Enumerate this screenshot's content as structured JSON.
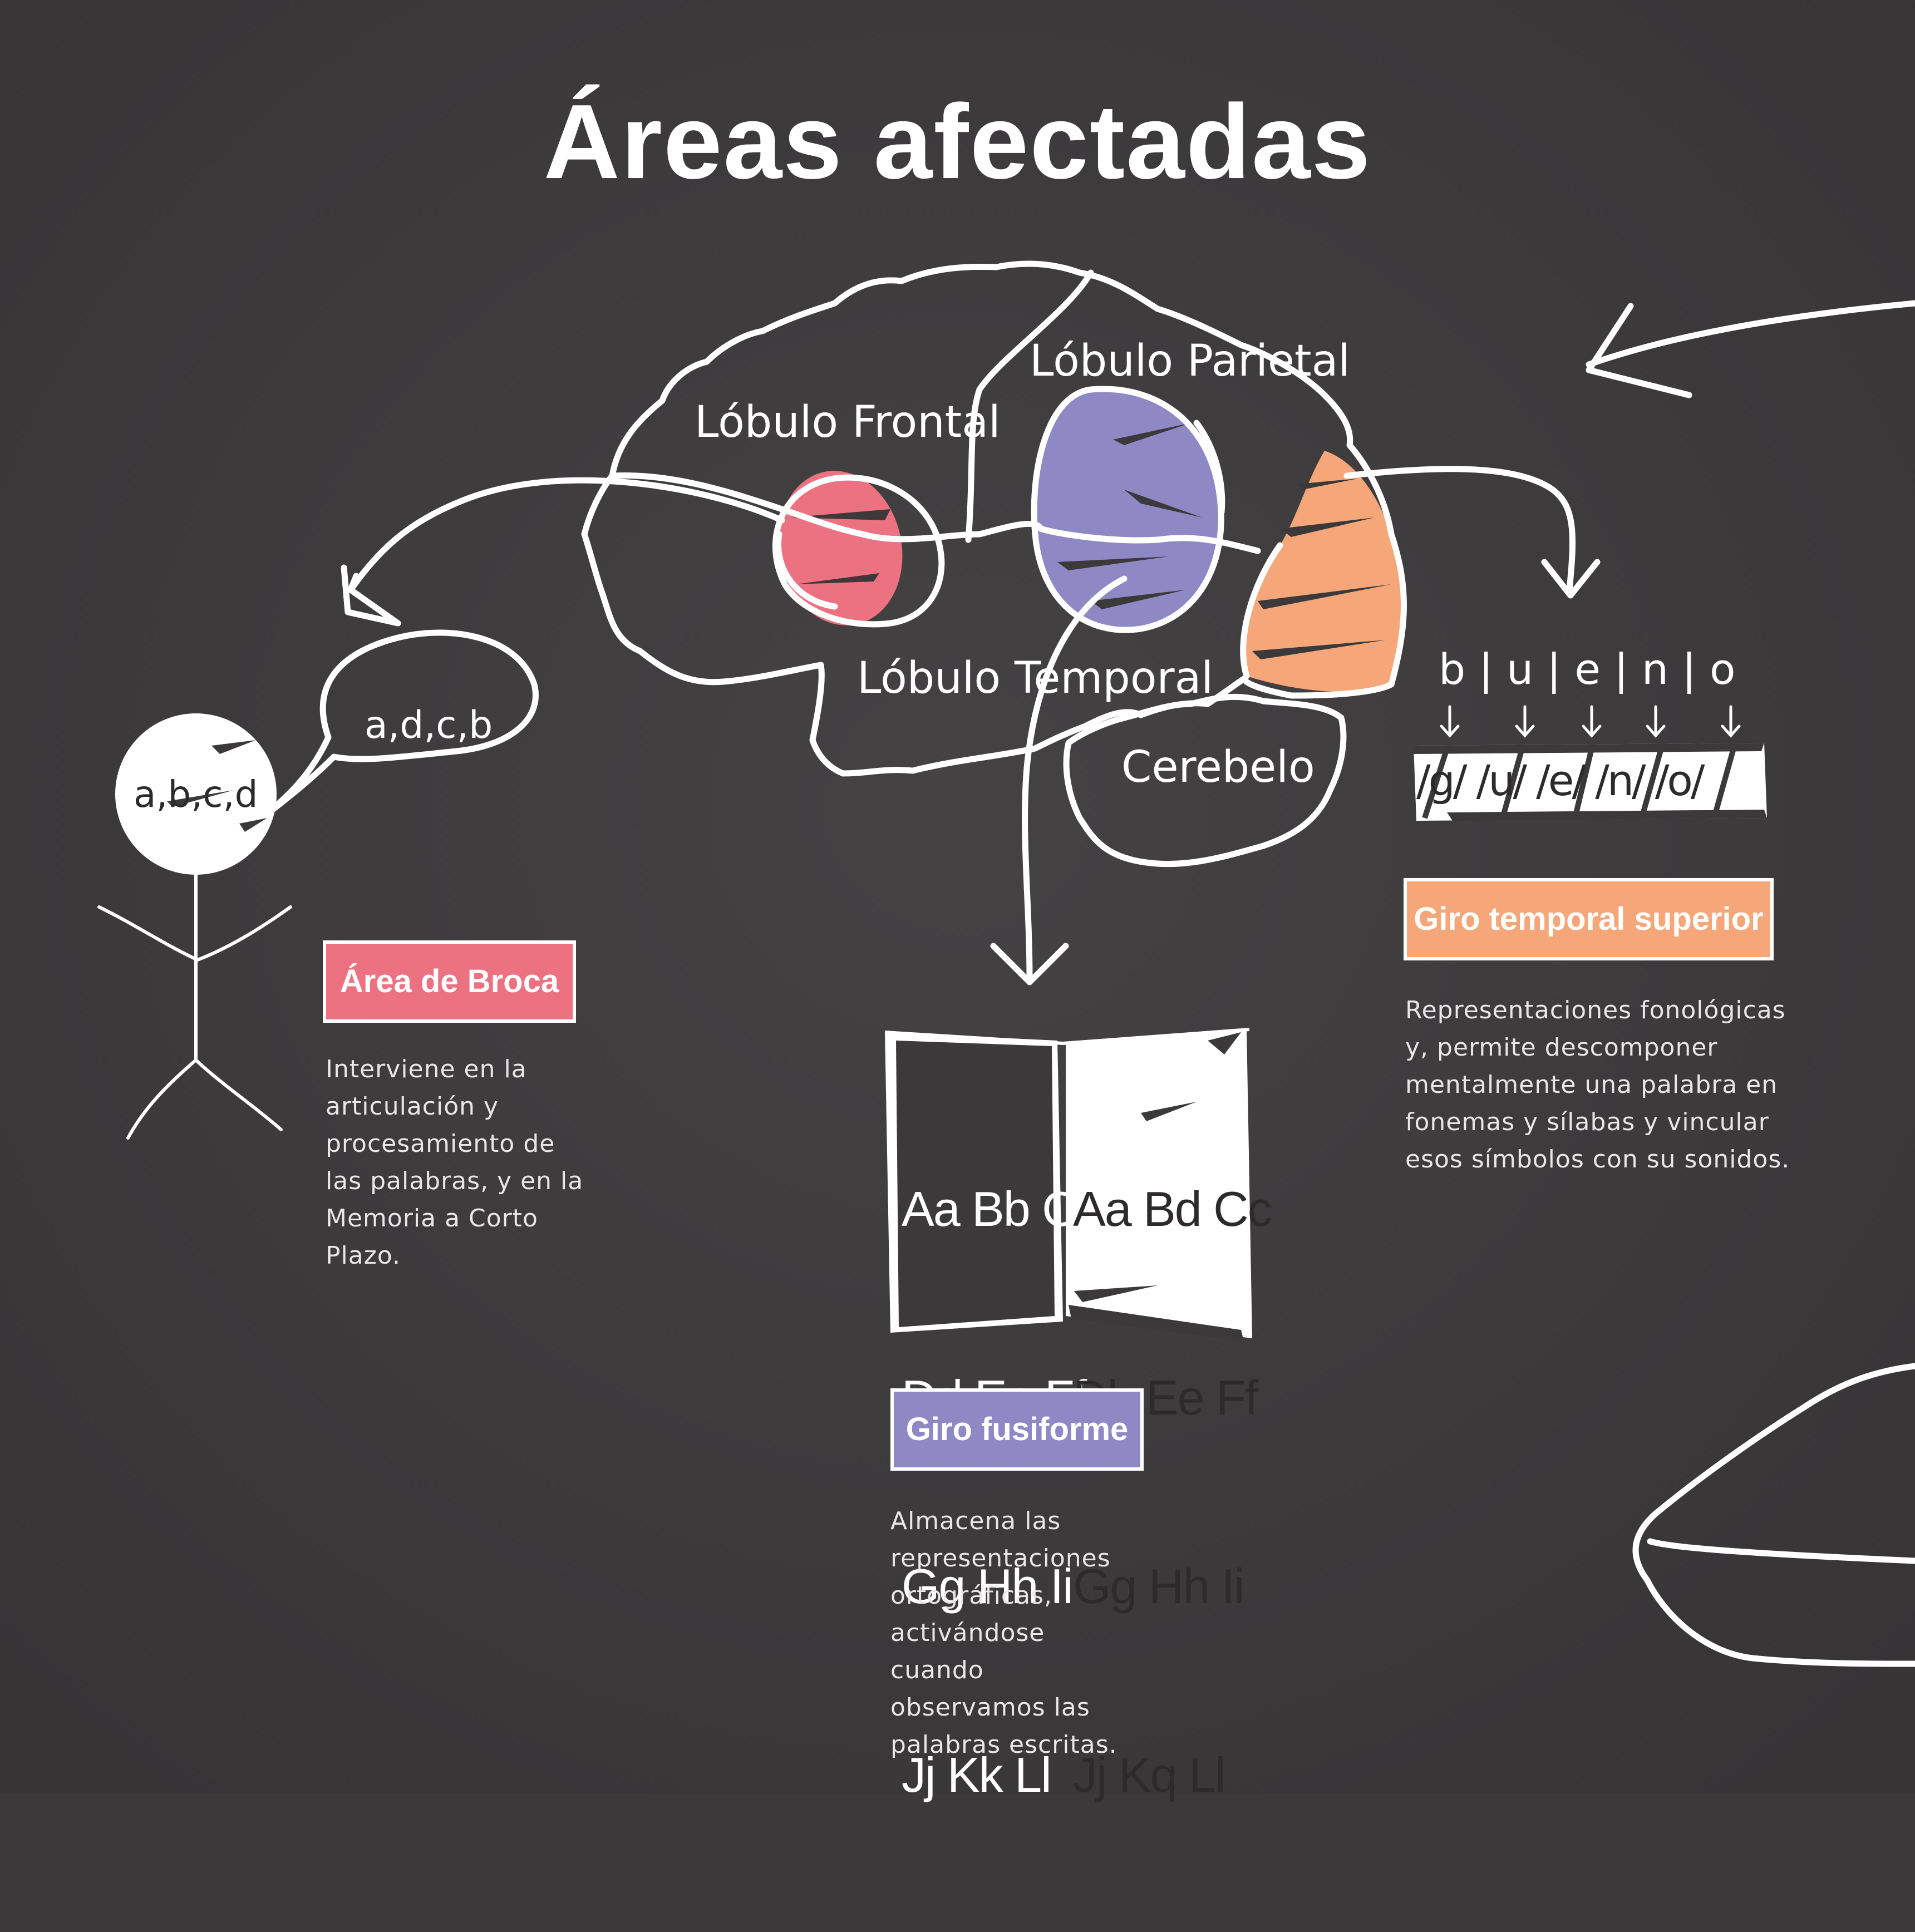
{
  "title": "Áreas afectadas",
  "lobes": {
    "frontal": "Lóbulo Frontal",
    "parietal": "Lóbulo Parietal",
    "temporal": "Lóbulo Temporal",
    "cerebellum": "Cerebelo"
  },
  "person": {
    "head_text": "a,b,c,d",
    "speech_text": "a,d,c,b"
  },
  "broca": {
    "label": "Área de Broca",
    "description": "Interviene en la articulación y procesamiento de las palabras, y en la Memoria a Corto Plazo."
  },
  "fusiform": {
    "label": "Giro fusiforme",
    "description": "Almacena las representaciones ortográficas, activándose cuando observamos las palabras escritas.",
    "book_left": [
      "Aa Bb Cc",
      "Dd Ee Ff",
      "Gg Hh Ii",
      "Jj Kk Ll"
    ],
    "book_right": [
      "Aa Bd Cc",
      "Db Ee Ff",
      "Gg Hh Ii",
      "Jj Kq Ll"
    ]
  },
  "temporal_superior": {
    "label": "Giro temporal superior",
    "description": "Representaciones fonológicas y, permite descomponer mentalmente una palabra en fonemas y sílabas y  vincular esos símbolos con su sonidos.",
    "word": "b | u | e | n | o",
    "phonemes": "/g/ /u/ /e/ /n/ /o/"
  },
  "colors": {
    "background": "#3b393a",
    "broca": "#ec7282",
    "fusiform": "#8e88c5",
    "temporal": "#f5a779",
    "chalk": "#ffffff"
  }
}
